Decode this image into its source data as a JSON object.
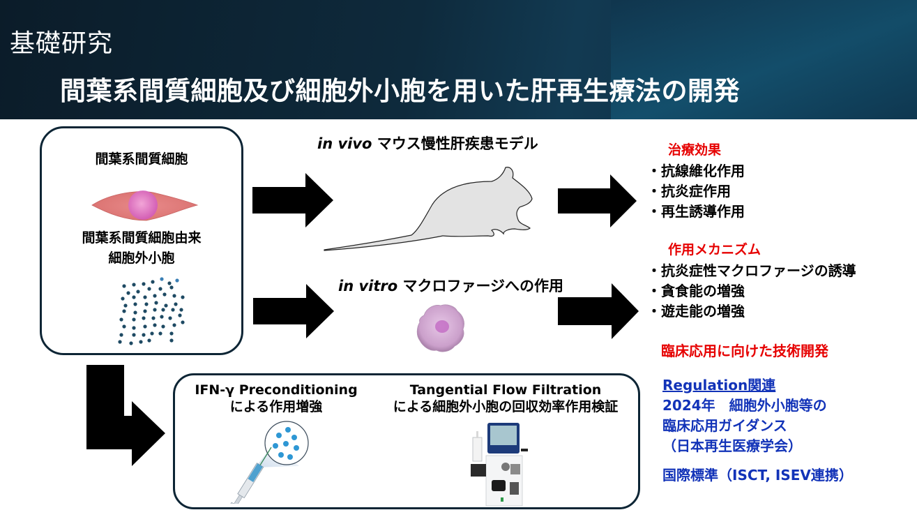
{
  "header": {
    "section_label": "基礎研究",
    "title": "間葉系間質細胞及び細胞外小胞を用いた肝再生療法の開発"
  },
  "source_box": {
    "cell_label": "間葉系間質細胞",
    "ev_label_line1": "間葉系間質細胞由来",
    "ev_label_line2": "細胞外小胞",
    "cell_image": "mesenchymal-stromal-cell-illustration",
    "ev_image": "extracellular-vesicles-dots"
  },
  "pathways": {
    "in_vivo": {
      "prefix": "in vivo",
      "label": " マウス慢性肝疾患モデル",
      "image": "mouse-silhouette"
    },
    "in_vitro": {
      "prefix": "in vitro",
      "label": " マクロファージへの作用",
      "image": "macrophage-illustration"
    }
  },
  "results": {
    "therapeutic": {
      "heading": "治療効果",
      "items": [
        "・抗線維化作用",
        "・抗炎症作用",
        "・再生誘導作用"
      ]
    },
    "mechanism": {
      "heading": "作用メカニズム",
      "items": [
        "・抗炎症性マクロファージの誘導",
        "・貪食能の増強",
        "・遊走能の増強"
      ]
    },
    "clinical": {
      "heading": "臨床応用に向けた技術開発"
    }
  },
  "technology": {
    "ifn": {
      "line1": "IFN-γ Preconditioning",
      "line2": "による作用増強",
      "image": "syringe-with-vesicles"
    },
    "tff": {
      "line1": "Tangential Flow Filtration",
      "line2": "による細胞外小胞の回収効率作用検証",
      "image": "tff-instrument"
    }
  },
  "regulation": {
    "heading": "Regulation関連",
    "line1": "2024年　細胞外小胞等の",
    "line2": "臨床応用ガイダンス",
    "line3": "（日本再生医療学会）",
    "standards": "国際標準（ISCT, ISEV連携）"
  },
  "colors": {
    "header_bg": "#0e2a3c",
    "accent_red": "#e60000",
    "accent_blue": "#1233b8",
    "box_border": "#0d2535"
  }
}
